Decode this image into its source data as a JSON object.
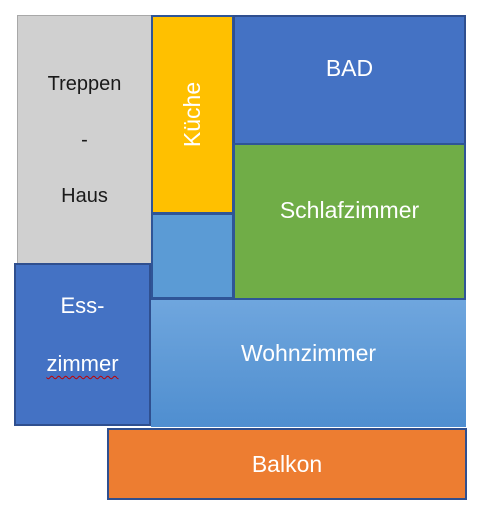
{
  "rooms": {
    "treppenhaus": {
      "line1": "Treppen",
      "line2": "-",
      "line3": "Haus",
      "color": "#d0d0d0"
    },
    "kueche": {
      "label": "Küche",
      "color": "#ffc000"
    },
    "bad": {
      "label": "BAD",
      "color": "#4472c4"
    },
    "schlafzimmer": {
      "label": "Schlafzimmer",
      "color": "#70ad47"
    },
    "flur": {
      "color": "#5b9bd5"
    },
    "esszimmer": {
      "line1": "Ess-",
      "line2": "zimmer",
      "color": "#4472c4"
    },
    "wohnzimmer": {
      "label": "Wohnzimmer",
      "color": "#5b9bd5"
    },
    "balkon": {
      "label": "Balkon",
      "color": "#ed7d31"
    }
  }
}
